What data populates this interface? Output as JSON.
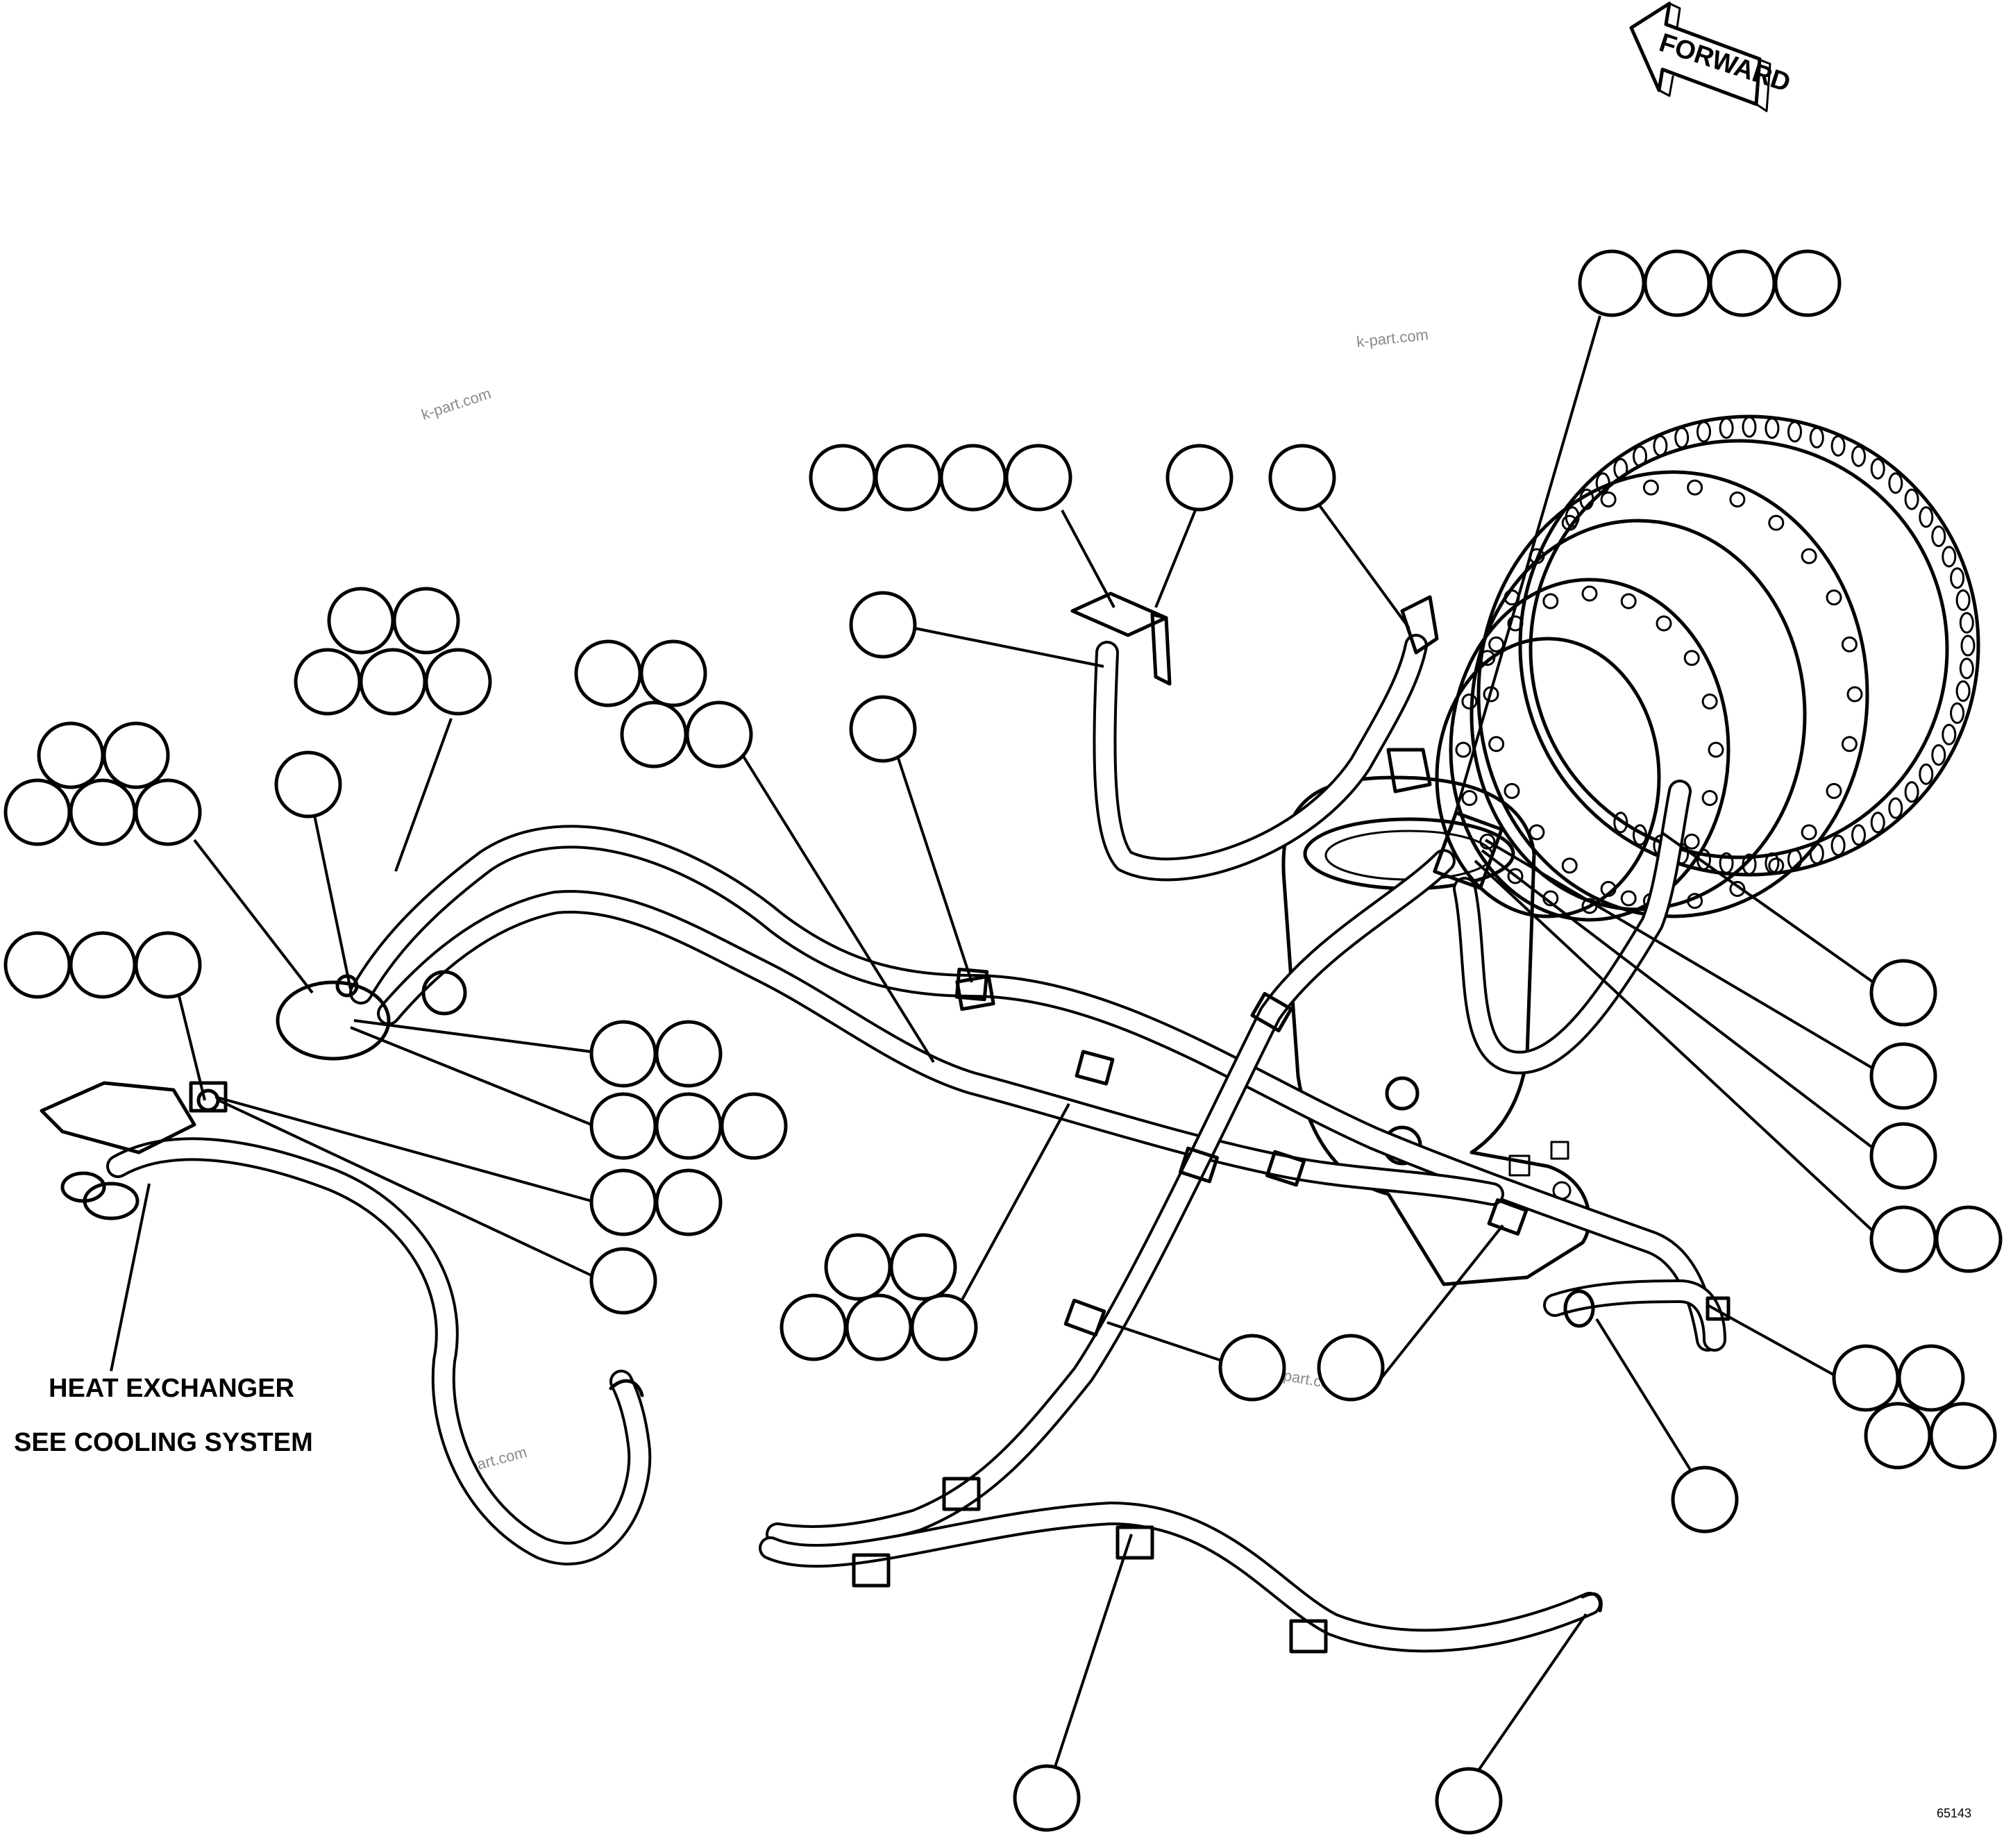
{
  "direction_arrow": {
    "label": "FORWARD"
  },
  "callouts": {
    "heat_exchanger": "HEAT EXCHANGER",
    "see_cooling": "SEE COOLING SYSTEM"
  },
  "watermarks": [
    "k-part.com",
    "k-part.com",
    "k-part.com",
    "k-part.com"
  ],
  "figure_number": "65143",
  "balloon_groups": [
    {
      "id": "g-top-right",
      "count": 4
    },
    {
      "id": "g-bracket",
      "count": 4
    },
    {
      "id": "g-bracket-bolt",
      "count": 1
    },
    {
      "id": "g-fitting-turbo",
      "count": 1
    },
    {
      "id": "g-hose-upper",
      "count": 1
    },
    {
      "id": "g-clamp-upper",
      "count": 1
    },
    {
      "id": "g-clip-left-upper",
      "count": 5
    },
    {
      "id": "g-clamp-main",
      "count": 4
    },
    {
      "id": "g-fitting-left-a",
      "count": 5
    },
    {
      "id": "g-fitting-left-b",
      "count": 1
    },
    {
      "id": "g-fitting-left-c",
      "count": 3
    },
    {
      "id": "g-conn-1",
      "count": 2
    },
    {
      "id": "g-conn-2",
      "count": 3
    },
    {
      "id": "g-conn-3",
      "count": 2
    },
    {
      "id": "g-conn-4",
      "count": 1
    },
    {
      "id": "g-clamp-lower",
      "count": 5
    },
    {
      "id": "g-clamp-mid-1",
      "count": 1
    },
    {
      "id": "g-clamp-mid-2",
      "count": 1
    },
    {
      "id": "g-right-1",
      "count": 1
    },
    {
      "id": "g-right-2",
      "count": 1
    },
    {
      "id": "g-right-3",
      "count": 1
    },
    {
      "id": "g-right-4",
      "count": 2
    },
    {
      "id": "g-right-clamp",
      "count": 4
    },
    {
      "id": "g-right-fitting",
      "count": 1
    },
    {
      "id": "g-bottom-1",
      "count": 1
    },
    {
      "id": "g-bottom-2",
      "count": 1
    }
  ]
}
